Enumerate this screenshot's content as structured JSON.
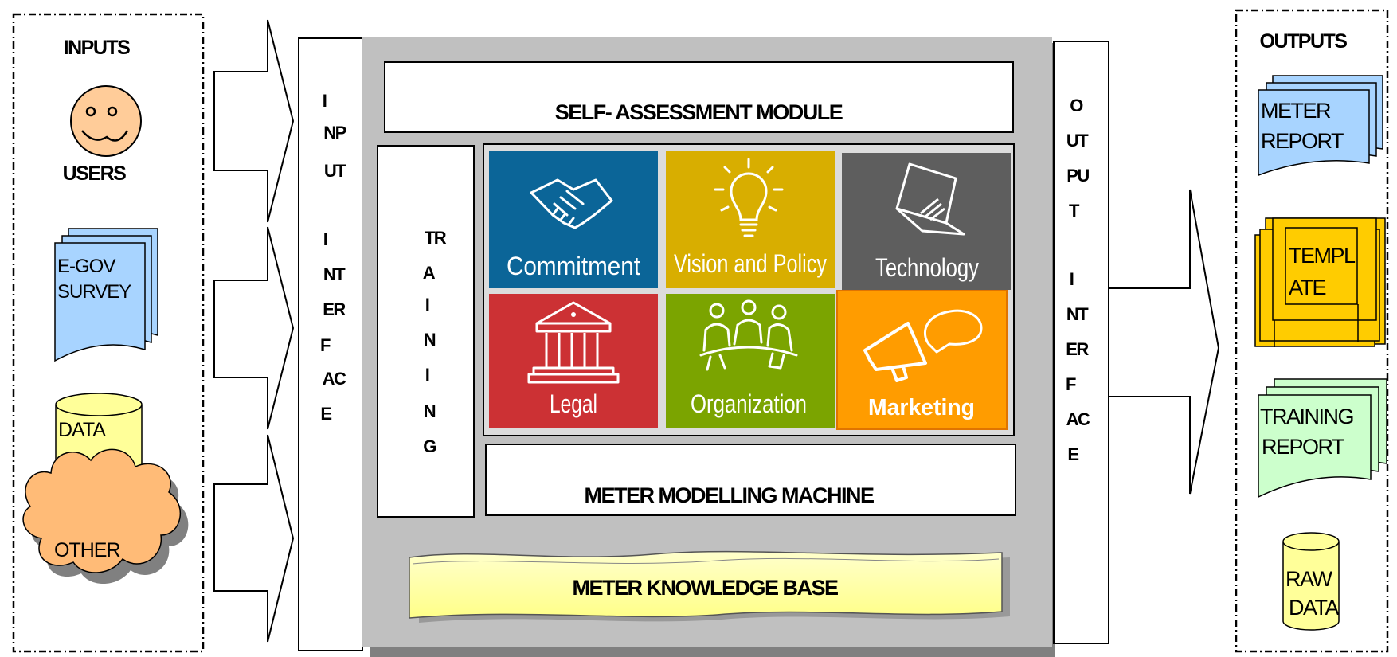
{
  "inputs": {
    "title": "INPUTS",
    "users_label": "USERS",
    "egov_line1": "E-GOV",
    "egov_line2": "SURVEY",
    "data_label": "DATA",
    "other_label": "OTHER"
  },
  "input_interface": {
    "lines": [
      "I",
      "NP",
      "UT",
      "",
      "I",
      "NT",
      "ER",
      "F",
      "AC",
      "E"
    ]
  },
  "self_assessment": "SELF- ASSESSMENT MODULE",
  "training": {
    "lines": [
      "TR",
      "A",
      "I",
      "N",
      "I",
      "N",
      "G"
    ]
  },
  "modules": [
    {
      "label": "Commitment",
      "color": "#0b6598",
      "icon": "handshake-icon"
    },
    {
      "label": "Vision and Policy",
      "color": "#d8ae00",
      "icon": "lightbulb-icon"
    },
    {
      "label": "Technology",
      "color": "#5e5e5e",
      "icon": "laptop-icon"
    },
    {
      "label": "Legal",
      "color": "#cc3134",
      "icon": "courthouse-icon"
    },
    {
      "label": "Organization",
      "color": "#7ba400",
      "icon": "people-meeting-icon"
    },
    {
      "label": "Marketing",
      "color": "#ff9c00",
      "icon": "megaphone-icon"
    }
  ],
  "modelling_machine": "METER MODELLING MACHINE",
  "knowledge_base": "METER KNOWLEDGE BASE",
  "output_interface": {
    "lines": [
      "O",
      "UT",
      "PU",
      "T",
      "",
      "I",
      "NT",
      "ER",
      "F",
      "AC",
      "E"
    ]
  },
  "outputs": {
    "title": "OUTPUTS",
    "meter_report_line1": "METER",
    "meter_report_line2": "REPORT",
    "template_line1": "TEMPL",
    "template_line2": "ATE",
    "training_report_line1": "TRAINING",
    "training_report_line2": "REPORT",
    "raw_data_line1": "RAW",
    "raw_data_line2": "DATA"
  },
  "colors": {
    "core_panel": "#c0c0c0",
    "doc_blue": "#a8d4ff",
    "doc_yellow": "#ffcc00",
    "doc_green": "#ccffcc",
    "cylinder_yellow": "#ffff99",
    "cloud_orange": "#ffbb77",
    "face_orange": "#ffcc99",
    "knowledge_base_fill": "#ffff99"
  }
}
